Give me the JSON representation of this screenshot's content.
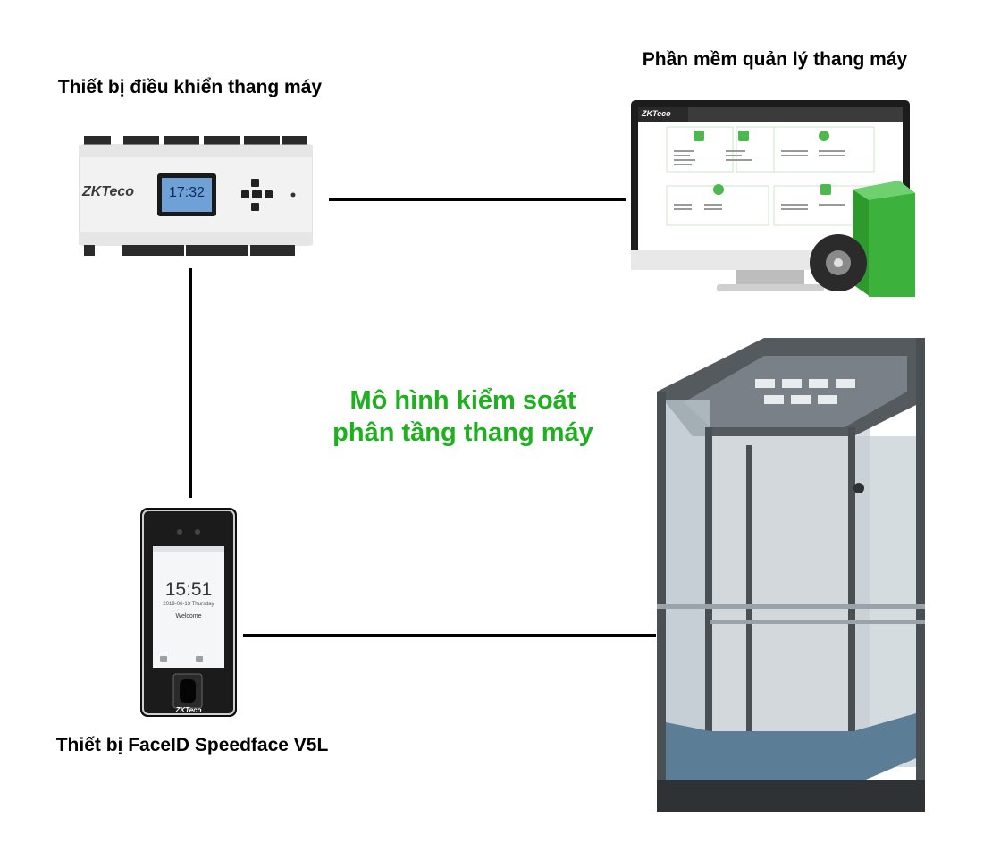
{
  "labels": {
    "controller": "Thiết bị điều khiển thang máy",
    "software": "Phần mềm quản lý thang máy",
    "faceid": "Thiết bị FaceID Speedface V5L",
    "center_title": "Mô hình kiểm soát phân tầng thang máy"
  },
  "controller_device": {
    "brand": "ZKTeco",
    "lcd_time": "17:32"
  },
  "software_screen": {
    "brand": "ZKTeco"
  },
  "faceid_device": {
    "time": "15:51",
    "date": "2019-06-13",
    "weekday": "Thursday",
    "welcome": "Welcome",
    "brand": "ZKTeco"
  },
  "colors": {
    "accent_green": "#1fb01f",
    "connector": "#000000"
  }
}
